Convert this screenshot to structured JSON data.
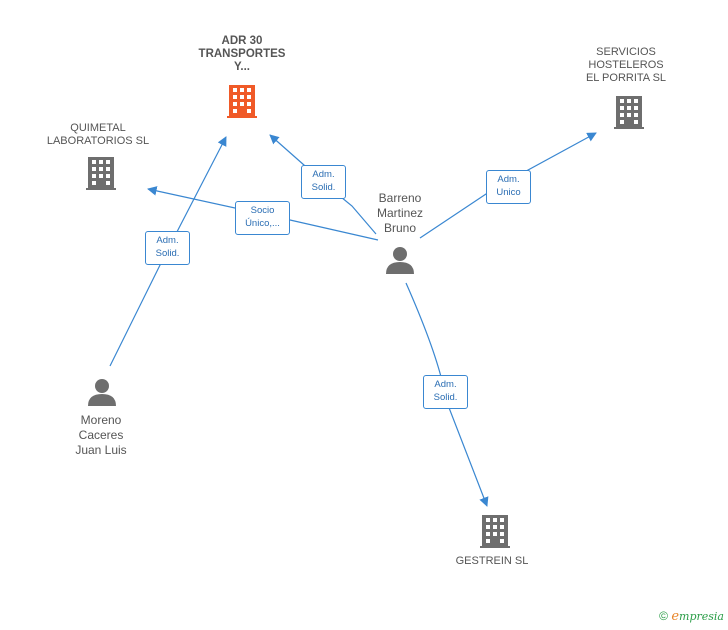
{
  "nodes": {
    "adr30": {
      "label": "ADR 30\nTRANSPORTES\nY..."
    },
    "servicios": {
      "label": "SERVICIOS\nHOSTELEROS\nEL PORRITA  SL"
    },
    "quimetal": {
      "label": "QUIMETAL\nLABORATORIOS SL"
    },
    "gestrein": {
      "label": "GESTREIN SL"
    },
    "barreno": {
      "label": "Barreno\nMartinez\nBruno"
    },
    "moreno": {
      "label": "Moreno\nCaceres\nJuan Luis"
    }
  },
  "edges": {
    "barreno_adr30": "Adm.\nSolid.",
    "barreno_servicios": "Adm.\nUnico",
    "barreno_quimetal": "Socio\nÚnico,...",
    "barreno_gestrein": "Adm.\nSolid.",
    "moreno_adr30": "Adm.\nSolid."
  },
  "colors": {
    "company": "#6e6e6e",
    "company_focus": "#f05a28",
    "person": "#6e6e6e",
    "edge": "#3a87d1"
  },
  "footer": {
    "copyright": "©",
    "brand_first": "e",
    "brand_rest": "mpresia"
  }
}
